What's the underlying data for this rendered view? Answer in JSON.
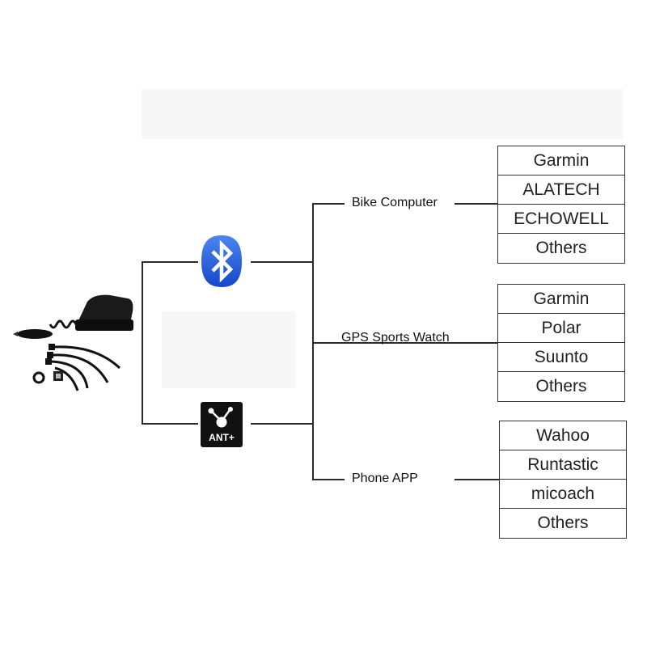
{
  "devices": [
    {
      "label": "Bike Computer",
      "brands": [
        "Garmin",
        "ALATECH",
        "ECHOWELL",
        "Others"
      ]
    },
    {
      "label": "GPS Sports Watch",
      "brands": [
        "Garmin",
        "Polar",
        "Suunto",
        "Others"
      ]
    },
    {
      "label": "Phone APP",
      "brands": [
        "Wahoo",
        "Runtastic",
        "micoach",
        "Others"
      ]
    }
  ],
  "protocols": {
    "bluetooth_icon": "bluetooth-icon",
    "ant_icon": "ant-plus-icon",
    "ant_text": "ANT+"
  },
  "sensor_icon": "cadence-sensor-icon",
  "colors": {
    "bluetooth_blue": "#1e56d9",
    "line": "#2b2b2b",
    "ant_bg": "#111111"
  }
}
